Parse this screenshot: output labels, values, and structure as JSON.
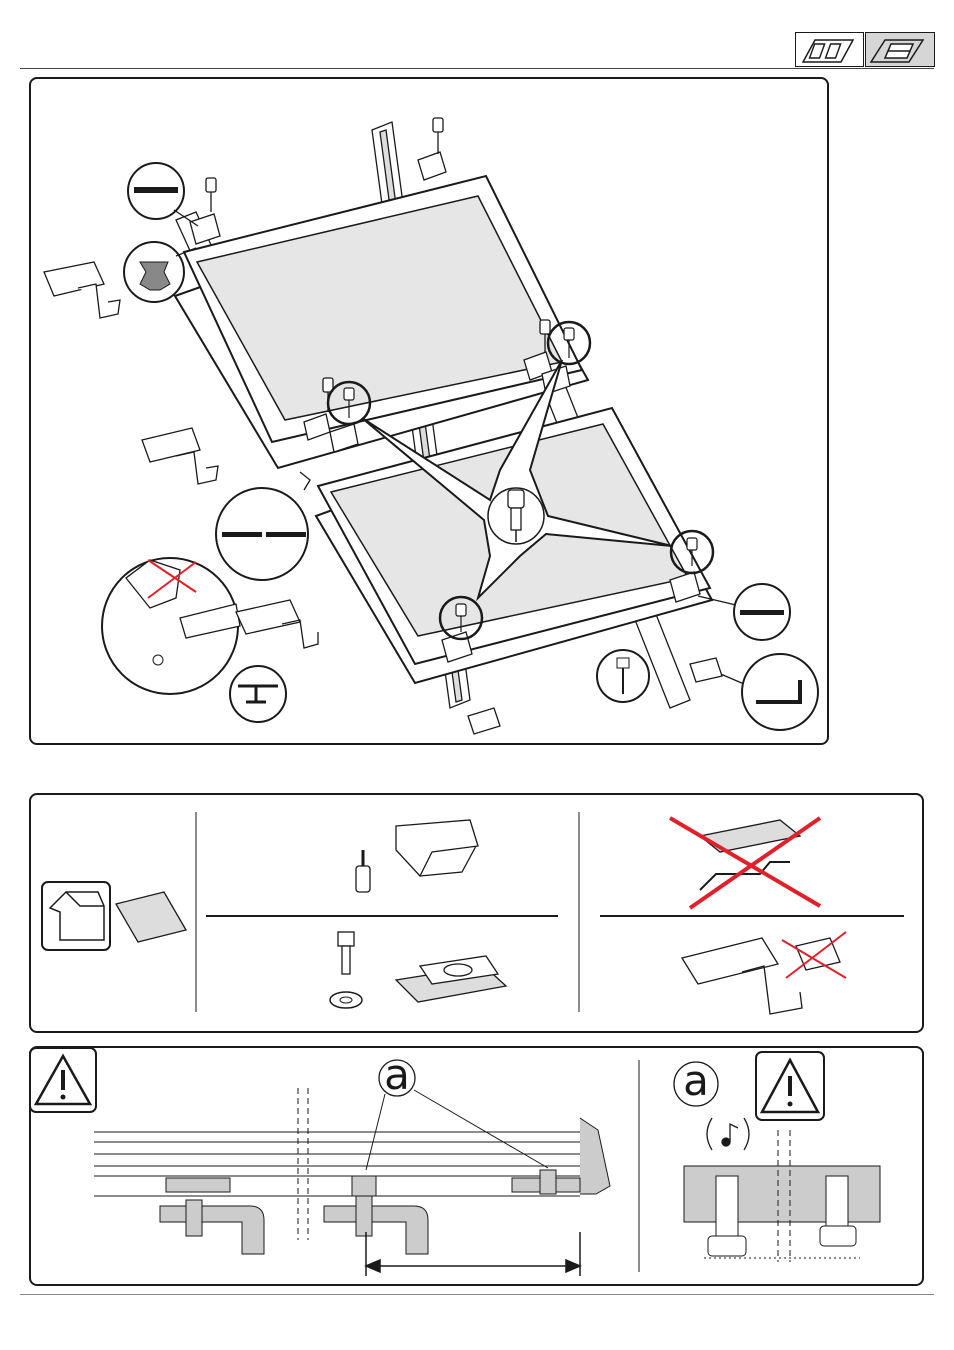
{
  "header": {
    "icons": [
      {
        "icon": "roof-two-windows-icon",
        "selected": false
      },
      {
        "icon": "roof-panel-icon",
        "selected": true
      }
    ]
  },
  "main_figure": {
    "parts": [
      "solar-panel",
      "mounting-rail",
      "mid-clamp",
      "end-clamp",
      "roof-hook",
      "socket-screw",
      "hex-bolt"
    ]
  },
  "parts_panel": {
    "items": [
      "house-icon",
      "panel-icon",
      "self-tapping-screw",
      "end-clip",
      "hex-bolt",
      "serrated-washer",
      "slide-nut",
      "wrong-rail-icon",
      "wrong-hook-icon"
    ]
  },
  "warning_panel": {
    "callout_label_left": "a",
    "callout_label_right": "a"
  },
  "colors": {
    "stroke": "#1a1a1a",
    "glass": "#e6e6e6",
    "gray": "#c8c8c8",
    "cross": "#e0202a"
  }
}
